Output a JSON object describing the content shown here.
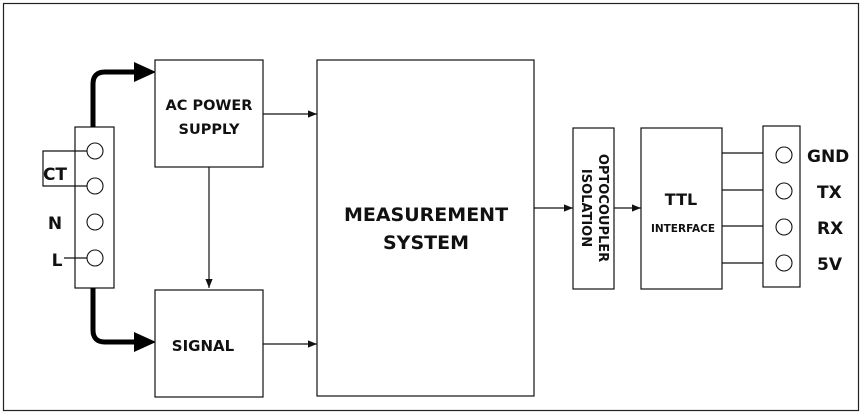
{
  "blocks": {
    "ac_power_supply": [
      "AC POWER",
      "SUPPLY"
    ],
    "signal": "SIGNAL",
    "measurement_system": [
      "MEASUREMENT",
      "SYSTEM"
    ],
    "optocoupler_isolation": [
      "OPTOCOUPLER",
      "ISOLATION"
    ],
    "ttl_interface": {
      "title": "TTL",
      "subtitle": "INTERFACE"
    }
  },
  "input_terminals": {
    "ct": "CT",
    "n": "N",
    "l": "L"
  },
  "output_pins": [
    "GND",
    "TX",
    "RX",
    "5V"
  ]
}
